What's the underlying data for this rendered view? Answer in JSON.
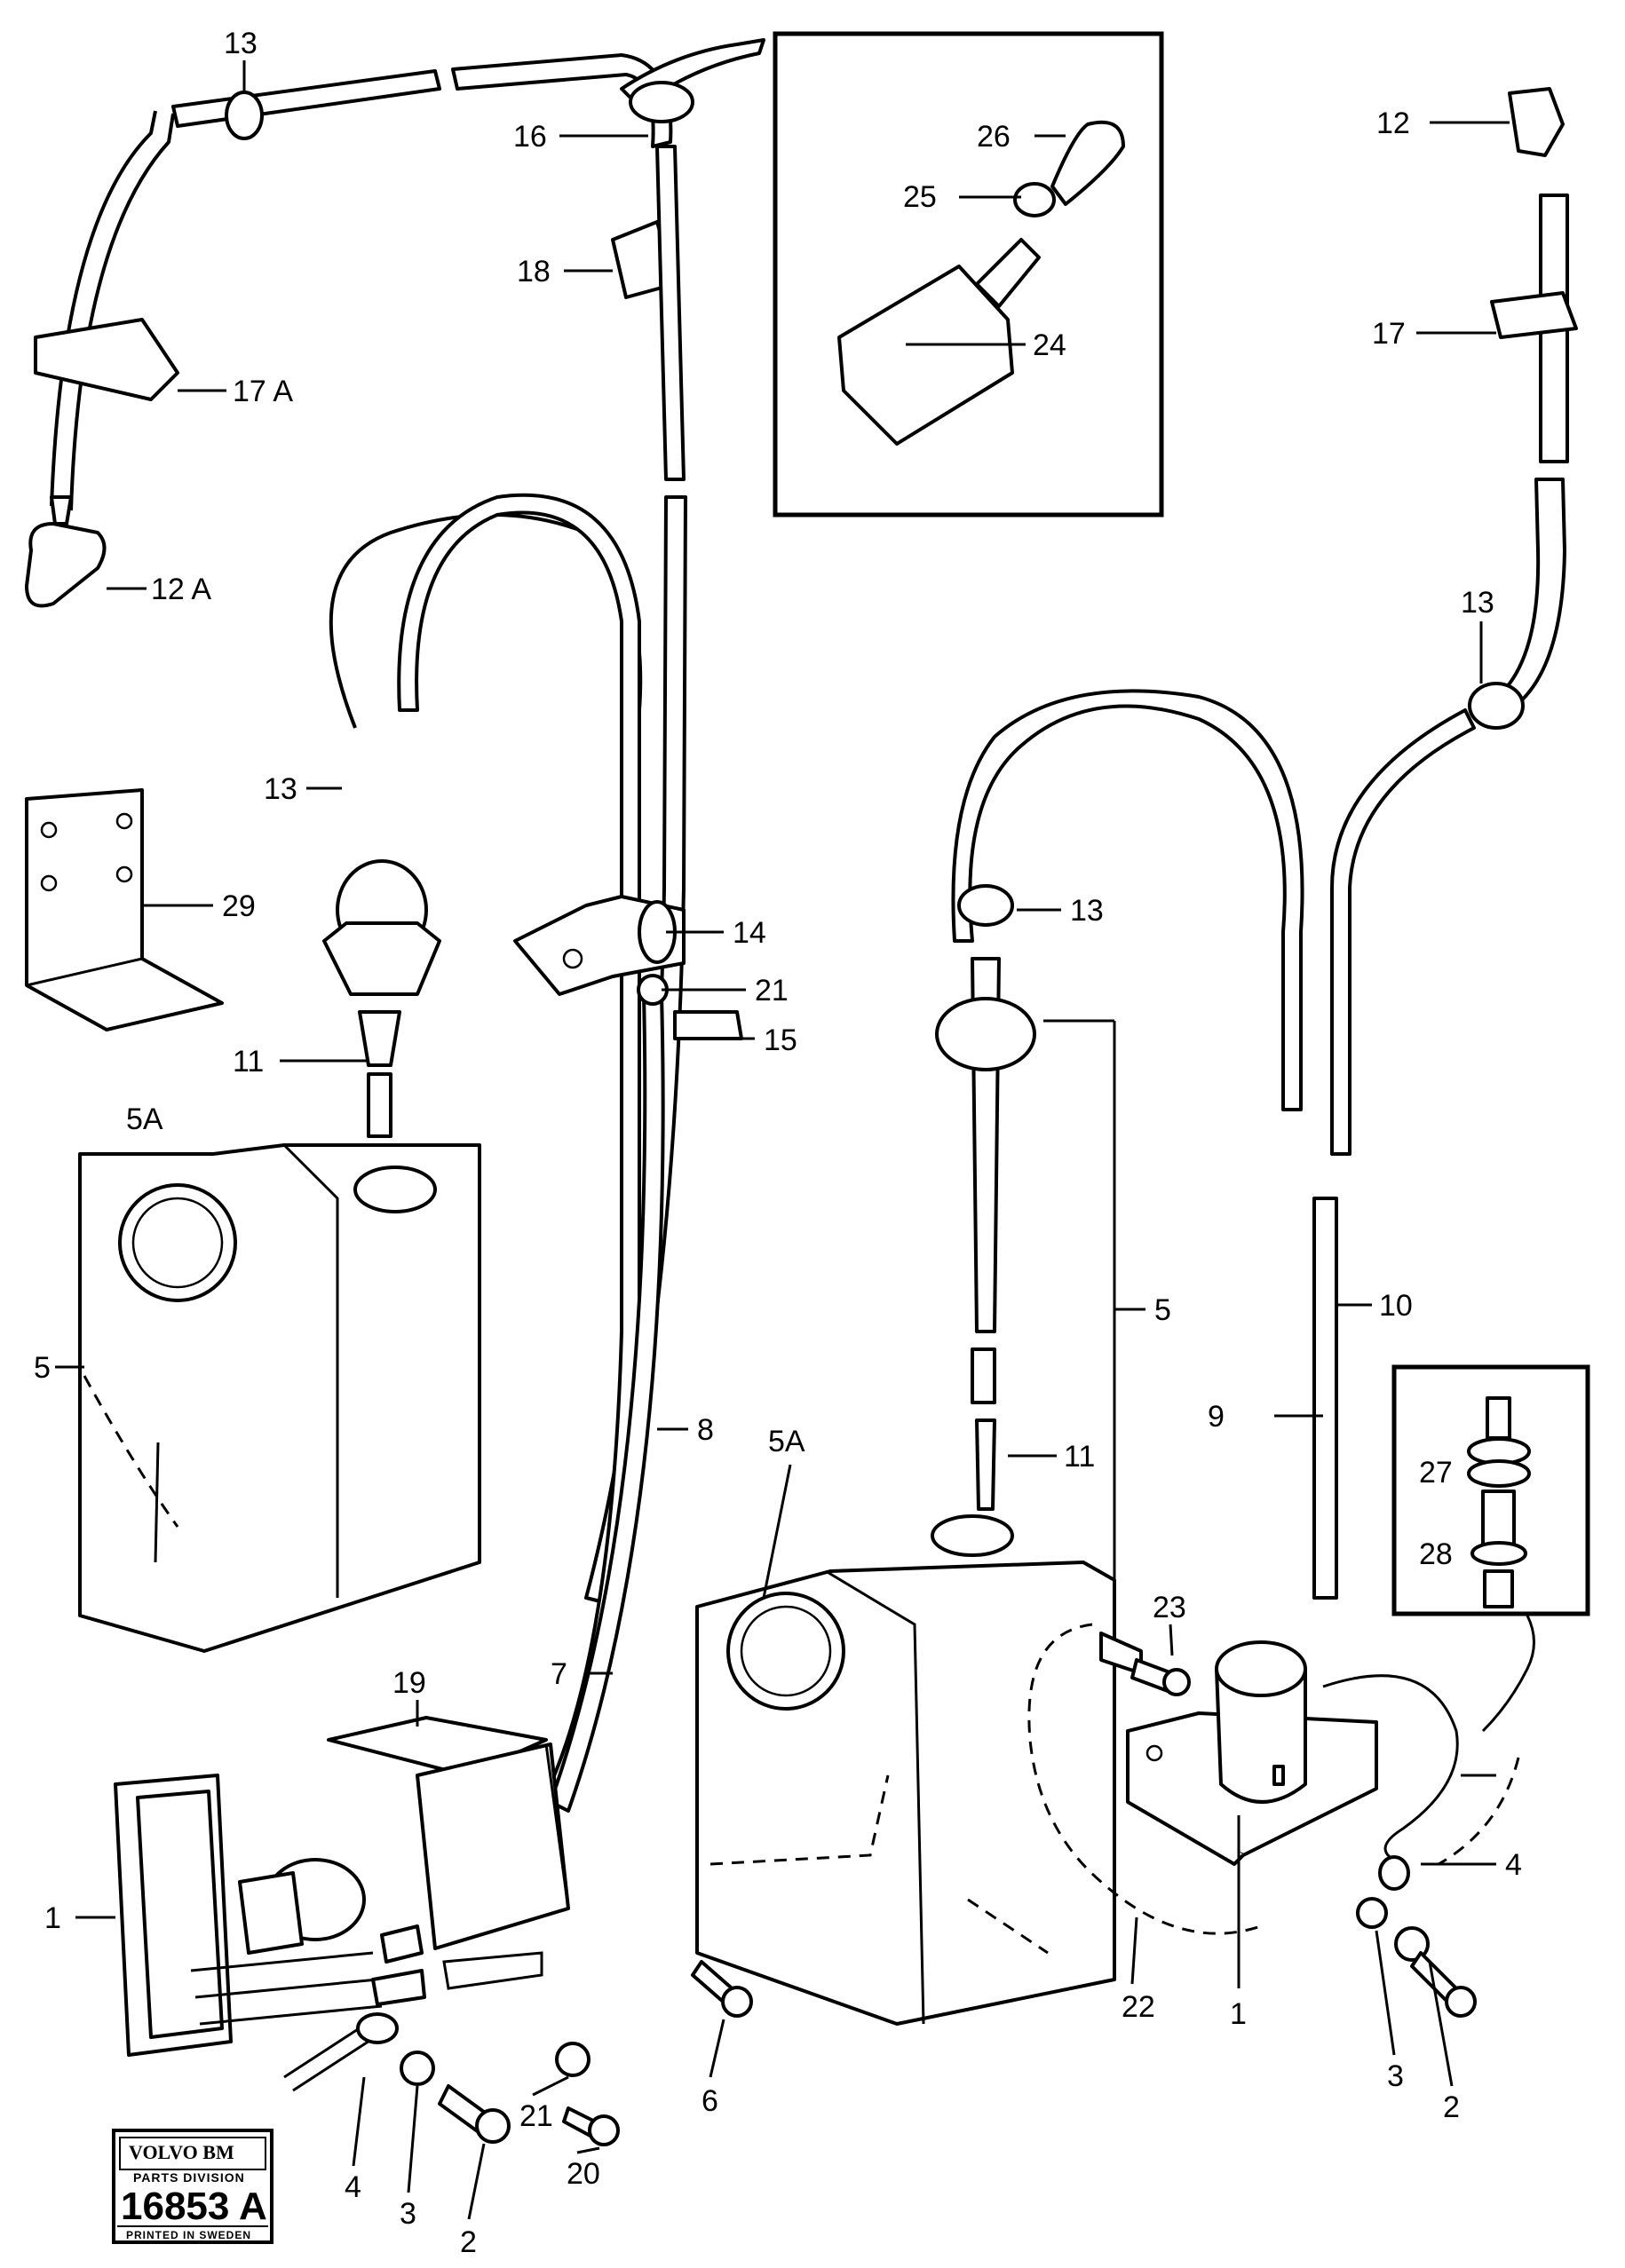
{
  "labels": {
    "l1_left": "1",
    "l1_right": "1",
    "l2_left": "2",
    "l2_right": "2",
    "l3_left": "3",
    "l3_right": "3",
    "l4_left": "4",
    "l4_right": "4",
    "l5_left": "5",
    "l5_right": "5",
    "l5a_left": "5A",
    "l5a_right": "5A",
    "l6": "6",
    "l7": "7",
    "l8": "8",
    "l9": "9",
    "l10": "10",
    "l11_left": "11",
    "l11_right": "11",
    "l12": "12",
    "l12a": "12 A",
    "l13_top": "13",
    "l13_left": "13",
    "l13_mid": "13",
    "l13_right": "13",
    "l14": "14",
    "l15": "15",
    "l16": "16",
    "l17": "17",
    "l17a": "17 A",
    "l18": "18",
    "l19": "19",
    "l20": "20",
    "l21_a": "21",
    "l21_b": "21",
    "l22": "22",
    "l23": "23",
    "l24": "24",
    "l25": "25",
    "l26": "26",
    "l27": "27",
    "l28": "28",
    "l29": "29"
  },
  "logo": {
    "brand": "VOLVO BM",
    "division": "PARTS DIVISION",
    "number": "16853 A",
    "printed": "PRINTED IN SWEDEN"
  }
}
